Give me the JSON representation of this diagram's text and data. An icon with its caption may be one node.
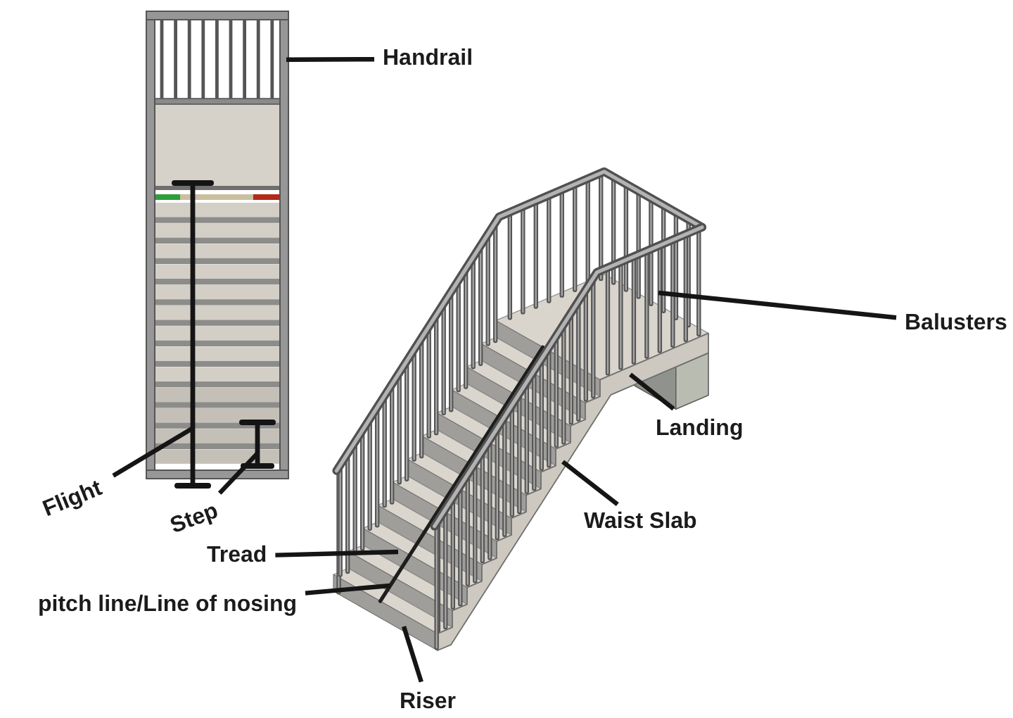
{
  "diagram": {
    "nodes": [
      {
        "text": [
          "Handrail"
        ]
      },
      {
        "text": [],
        "shape": "picture"
      },
      {
        "text": [
          "Balusters"
        ]
      },
      {
        "text": [
          "Landing"
        ]
      },
      {
        "text": [
          "Flight"
        ]
      },
      {
        "text": [],
        "shape": "bar",
        "in": 1
      },
      {
        "text": [
          "Step"
        ]
      },
      {
        "text": [],
        "shape": "bar",
        "in": 1
      },
      {
        "text": [
          "Waist Slab"
        ]
      },
      {
        "text": [
          "Tread"
        ]
      },
      {
        "text": [
          "pitch line/Line of nosing"
        ]
      },
      {
        "text": [
          "Riser"
        ]
      }
    ],
    "edges": [
      {
        "from": 0,
        "to": 1,
        "arrow": "none"
      },
      {
        "from": 2,
        "to": null,
        "arrow": "none"
      },
      {
        "from": 3,
        "to": null,
        "arrow": "none"
      },
      {
        "from": 4,
        "to": 5,
        "arrow": "none"
      },
      {
        "from": 6,
        "to": 7,
        "arrow": "none"
      },
      {
        "from": 8,
        "to": null,
        "arrow": "none"
      },
      {
        "from": 9,
        "to": null,
        "arrow": "none"
      },
      {
        "from": 10,
        "to": null,
        "arrow": "none"
      },
      {
        "from": 11,
        "to": null,
        "arrow": "none"
      }
    ]
  }
}
